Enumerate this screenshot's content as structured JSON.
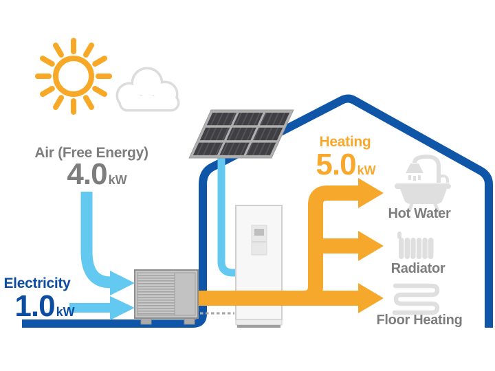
{
  "diagram": {
    "air_input": {
      "label": "Air (Free Energy)",
      "value": "4.0",
      "unit": "kW"
    },
    "electricity_input": {
      "label": "Electricity",
      "value": "1.0",
      "unit": "kW"
    },
    "heating_output": {
      "label": "Heating",
      "value": "5.0",
      "unit": "kW"
    },
    "loads": {
      "hot_water_label": "Hot Water",
      "radiator_label": "Radiator",
      "floor_heating_label": "Floor Heating"
    },
    "colors": {
      "orange_flow": "#F6A82C",
      "orange_text": "#F8A82C",
      "light_blue_flow": "#63C9F1",
      "dark_blue_text": "#0C4DA2",
      "house_outline_blue": "#0F55A8",
      "gray_text": "#7D7D7D"
    },
    "icons": {
      "sun": "sun-icon",
      "cloud": "cloud-icon",
      "solar_panel": "solar-panel-icon",
      "outdoor_unit": "heat-pump-outdoor-unit",
      "indoor_unit": "indoor-hydro-unit",
      "hot_water": "bathtub-shower-icon",
      "radiator": "radiator-icon",
      "floor_heating": "floor-heating-coil-icon"
    }
  }
}
